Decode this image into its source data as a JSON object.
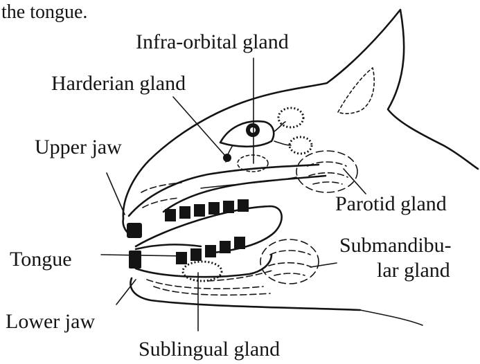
{
  "caption_fragment": "the tongue.",
  "labels": {
    "infra_orbital": "Infra-orbital gland",
    "harderian": "Harderian gland",
    "upper_jaw": "Upper jaw",
    "parotid": "Parotid gland",
    "tongue": "Tongue",
    "submandibular_1": "Submandibu-",
    "submandibular_2": "lar gland",
    "lower_jaw": "Lower jaw",
    "sublingual": "Sublingual gland"
  }
}
